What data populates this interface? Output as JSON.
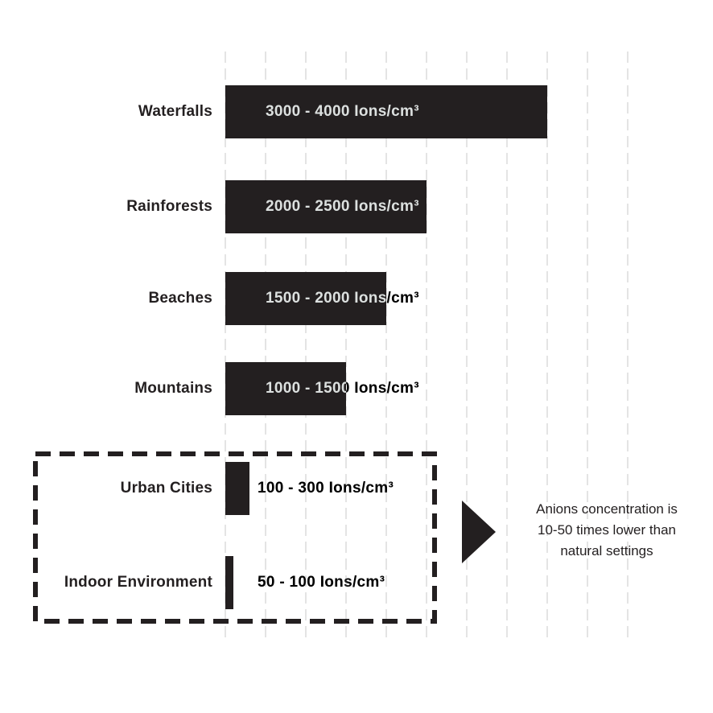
{
  "chart_data": {
    "type": "bar",
    "orientation": "horizontal",
    "unit": "Ions/cm³",
    "axis": {
      "min": 0,
      "max": 5000,
      "gridline_step": 500,
      "grid": "dashed-vertical"
    },
    "legend_position": "none",
    "rows": [
      {
        "category": "Waterfalls",
        "range_min": 3000,
        "range_max": 4000,
        "value_label": "3000 - 4000 Ions/cm³",
        "group": "natural"
      },
      {
        "category": "Rainforests",
        "range_min": 2000,
        "range_max": 2500,
        "value_label": "2000 - 2500 Ions/cm³",
        "group": "natural"
      },
      {
        "category": "Beaches",
        "range_min": 1500,
        "range_max": 2000,
        "value_label": "1500 - 2000 Ions/cm³",
        "group": "natural"
      },
      {
        "category": "Mountains",
        "range_min": 1000,
        "range_max": 1500,
        "value_label": "1000 - 1500 Ions/cm³",
        "group": "natural"
      },
      {
        "category": "Urban Cities",
        "range_min": 100,
        "range_max": 300,
        "value_label": "100 - 300 Ions/cm³",
        "group": "low"
      },
      {
        "category": "Indoor Environment",
        "range_min": 50,
        "range_max": 100,
        "value_label": "50 - 100 Ions/cm³",
        "group": "low"
      }
    ],
    "annotation": {
      "lines": [
        "Anions concentration is",
        "10-50 times lower than",
        "natural settings"
      ]
    },
    "colors": {
      "bar": "#231f20",
      "bar_text": "#ffffff",
      "label_text": "#231f20",
      "gridline": "#e4e4e4",
      "group_box_border": "#231f20",
      "background": "#ffffff"
    }
  }
}
